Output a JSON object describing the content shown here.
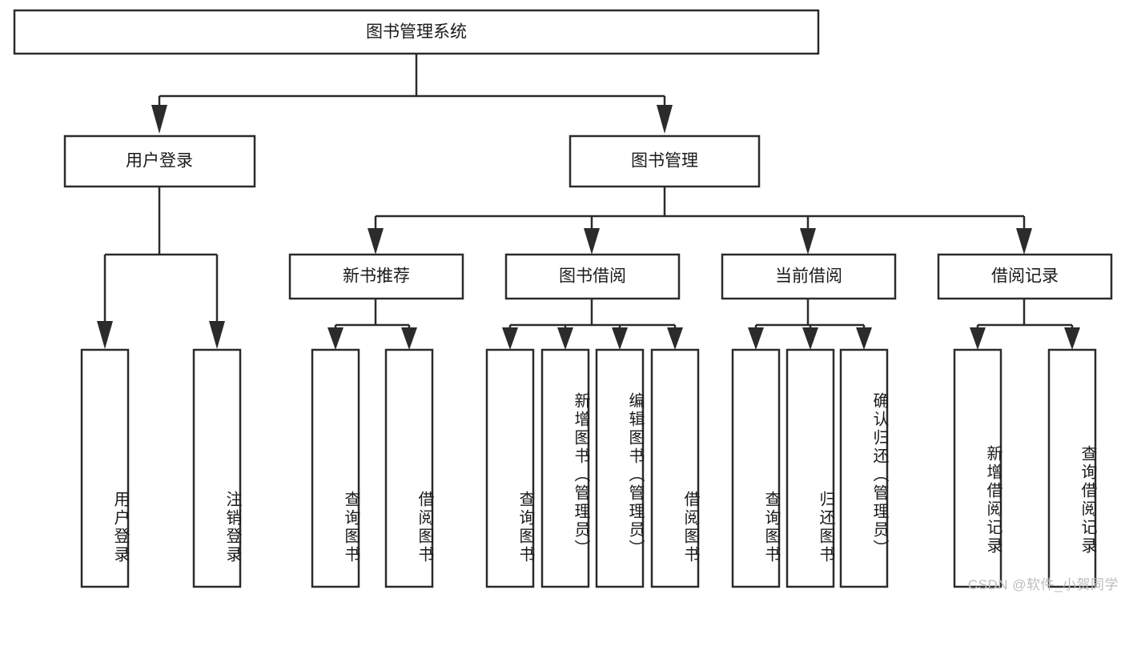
{
  "diagram": {
    "title": "图书管理系统",
    "type": "hierarchy-tree",
    "watermark": "CSDN @软件_小贺同学",
    "colors": {
      "stroke": "#2b2b2b",
      "fill": "#ffffff",
      "text": "#1a1a1a",
      "watermark": "#bdbdbd"
    },
    "levels": [
      {
        "level": 0,
        "nodes": [
          {
            "id": "root",
            "label": "图书管理系统",
            "orientation": "horizontal"
          }
        ]
      },
      {
        "level": 1,
        "nodes": [
          {
            "id": "l1-0",
            "label": "用户登录",
            "orientation": "horizontal",
            "parent": "root"
          },
          {
            "id": "l1-1",
            "label": "图书管理",
            "orientation": "horizontal",
            "parent": "root"
          }
        ]
      },
      {
        "level": 2,
        "nodes": [
          {
            "id": "l2-0",
            "label": "新书推荐",
            "orientation": "horizontal",
            "parent": "l1-1"
          },
          {
            "id": "l2-1",
            "label": "图书借阅",
            "orientation": "horizontal",
            "parent": "l1-1"
          },
          {
            "id": "l2-2",
            "label": "当前借阅",
            "orientation": "horizontal",
            "parent": "l1-1"
          },
          {
            "id": "l2-3",
            "label": "借阅记录",
            "orientation": "horizontal",
            "parent": "l1-1"
          }
        ]
      },
      {
        "level": 3,
        "nodes": [
          {
            "id": "leaf-0",
            "label": "用户登录",
            "orientation": "vertical",
            "parent": "l1-0"
          },
          {
            "id": "leaf-1",
            "label": "注销登录",
            "orientation": "vertical",
            "parent": "l1-0"
          },
          {
            "id": "leaf-2",
            "label": "查询图书",
            "orientation": "vertical",
            "parent": "l2-0"
          },
          {
            "id": "leaf-3",
            "label": "借阅图书",
            "orientation": "vertical",
            "parent": "l2-0"
          },
          {
            "id": "leaf-4",
            "label": "查询图书",
            "orientation": "vertical",
            "parent": "l2-1"
          },
          {
            "id": "leaf-5",
            "label": "新增图书（管理员）",
            "orientation": "vertical",
            "parent": "l2-1"
          },
          {
            "id": "leaf-6",
            "label": "编辑图书（管理员）",
            "orientation": "vertical",
            "parent": "l2-1"
          },
          {
            "id": "leaf-7",
            "label": "借阅图书",
            "orientation": "vertical",
            "parent": "l2-1"
          },
          {
            "id": "leaf-8",
            "label": "查询图书",
            "orientation": "vertical",
            "parent": "l2-2"
          },
          {
            "id": "leaf-9",
            "label": "归还图书",
            "orientation": "vertical",
            "parent": "l2-2"
          },
          {
            "id": "leaf-10",
            "label": "确认归还（管理员）",
            "orientation": "vertical",
            "parent": "l2-2"
          },
          {
            "id": "leaf-11",
            "label": "新增借阅记录",
            "orientation": "vertical",
            "parent": "l2-3"
          },
          {
            "id": "leaf-12",
            "label": "查询借阅记录",
            "orientation": "vertical",
            "parent": "l2-3"
          }
        ]
      }
    ]
  }
}
